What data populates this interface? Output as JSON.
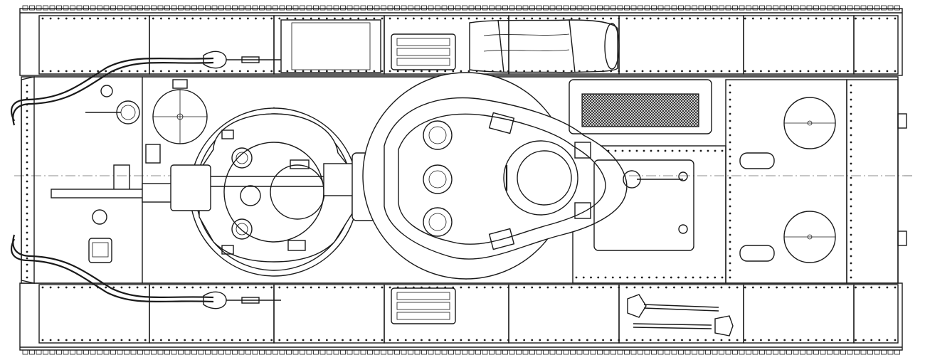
{
  "drawing": {
    "subject": "",
    "style": "technical line drawing, top view",
    "colors": {
      "ink": "#1a1a1a",
      "paper": "#ffffff"
    }
  },
  "components": [
    {
      "name": "left-track",
      "icon": "track-icon"
    },
    {
      "name": "right-track",
      "icon": "track-icon"
    },
    {
      "name": "hull",
      "icon": "hull-icon"
    },
    {
      "name": "small-turret",
      "icon": "turret-icon"
    },
    {
      "name": "main-gun",
      "icon": "gun-barrel-icon"
    },
    {
      "name": "main-turret",
      "icon": "turret-icon"
    },
    {
      "name": "engine-grille",
      "icon": "grille-icon"
    },
    {
      "name": "tarpaulin-roll",
      "icon": "tarp-icon"
    },
    {
      "name": "spare-track-links",
      "icon": "track-link-icon"
    },
    {
      "name": "tow-cables",
      "icon": "cable-icon"
    },
    {
      "name": "shovels",
      "icon": "shovel-icon"
    },
    {
      "name": "rear-hatches",
      "icon": "hatch-icon"
    }
  ]
}
